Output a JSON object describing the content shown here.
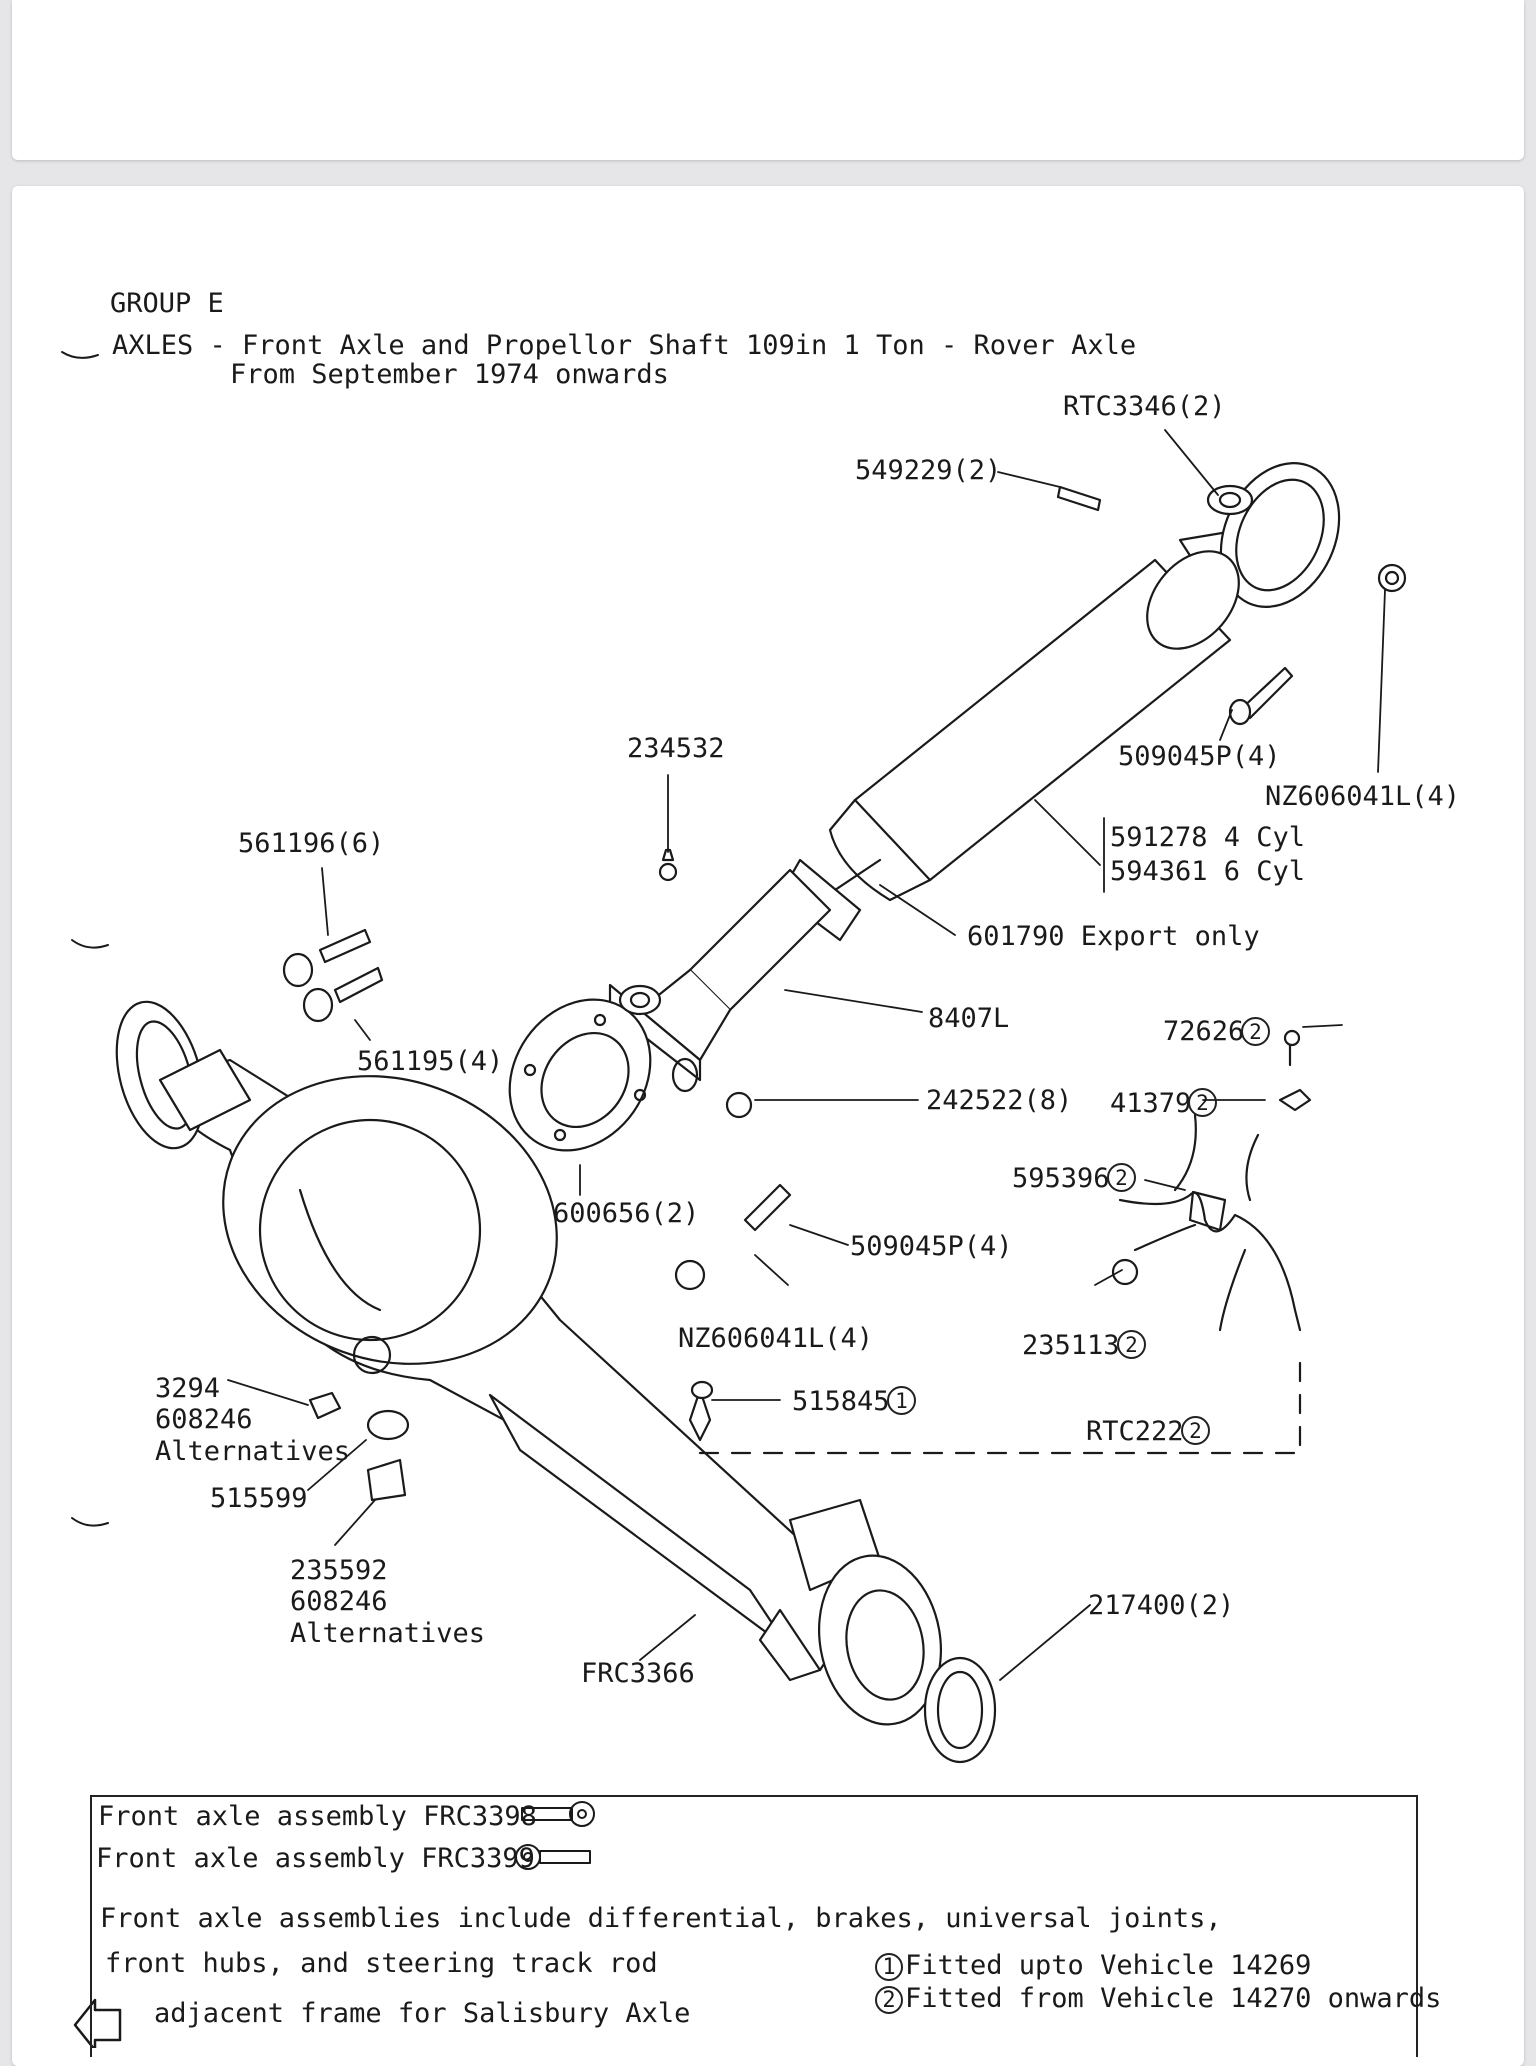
{
  "header": {
    "group": "GROUP E",
    "title": "AXLES - Front Axle and Propellor Shaft 109in 1 Ton - Rover Axle",
    "subtitle": "From September 1974 onwards"
  },
  "parts": {
    "rtc3346": "RTC3346(2)",
    "p549229": "549229(2)",
    "p234532": "234532",
    "p509045_top": "509045P(4)",
    "nz_top": "NZ606041L(4)",
    "p561196": "561196(6)",
    "p591278": "591278 4 Cyl",
    "p594361": "594361 6 Cyl",
    "p601790": "601790 Export only",
    "p561195": "561195(4)",
    "p8407": "8407L",
    "p72626": "72626",
    "p242522": "242522(8)",
    "p41379": "41379",
    "p595396": "595396",
    "p600656": "600656(2)",
    "p509045_mid": "509045P(4)",
    "nz_mid": "NZ606041L(4)",
    "p235113": "235113",
    "p515845": "515845",
    "p3294": "3294",
    "p608246_a": "608246",
    "alternatives_a": "Alternatives",
    "rtc222": "RTC222",
    "p515599": "515599",
    "p235592": "235592",
    "p608246_b": "608246",
    "alternatives_b": "Alternatives",
    "p217400": "217400(2)",
    "frc3366": "FRC3366"
  },
  "markers": {
    "one": "1",
    "two": "2"
  },
  "legend": {
    "assembly_1": "Front axle assembly FRC3398",
    "assembly_2": "Front axle assembly FRC3399",
    "note_line1": "Front axle assemblies include differential, brakes, universal joints,",
    "note_line2": "front hubs, and steering track rod",
    "fitted_1": "Fitted upto Vehicle 14269",
    "fitted_2": "Fitted from Vehicle 14270 onwards",
    "adjacent": "adjacent frame for Salisbury Axle"
  }
}
